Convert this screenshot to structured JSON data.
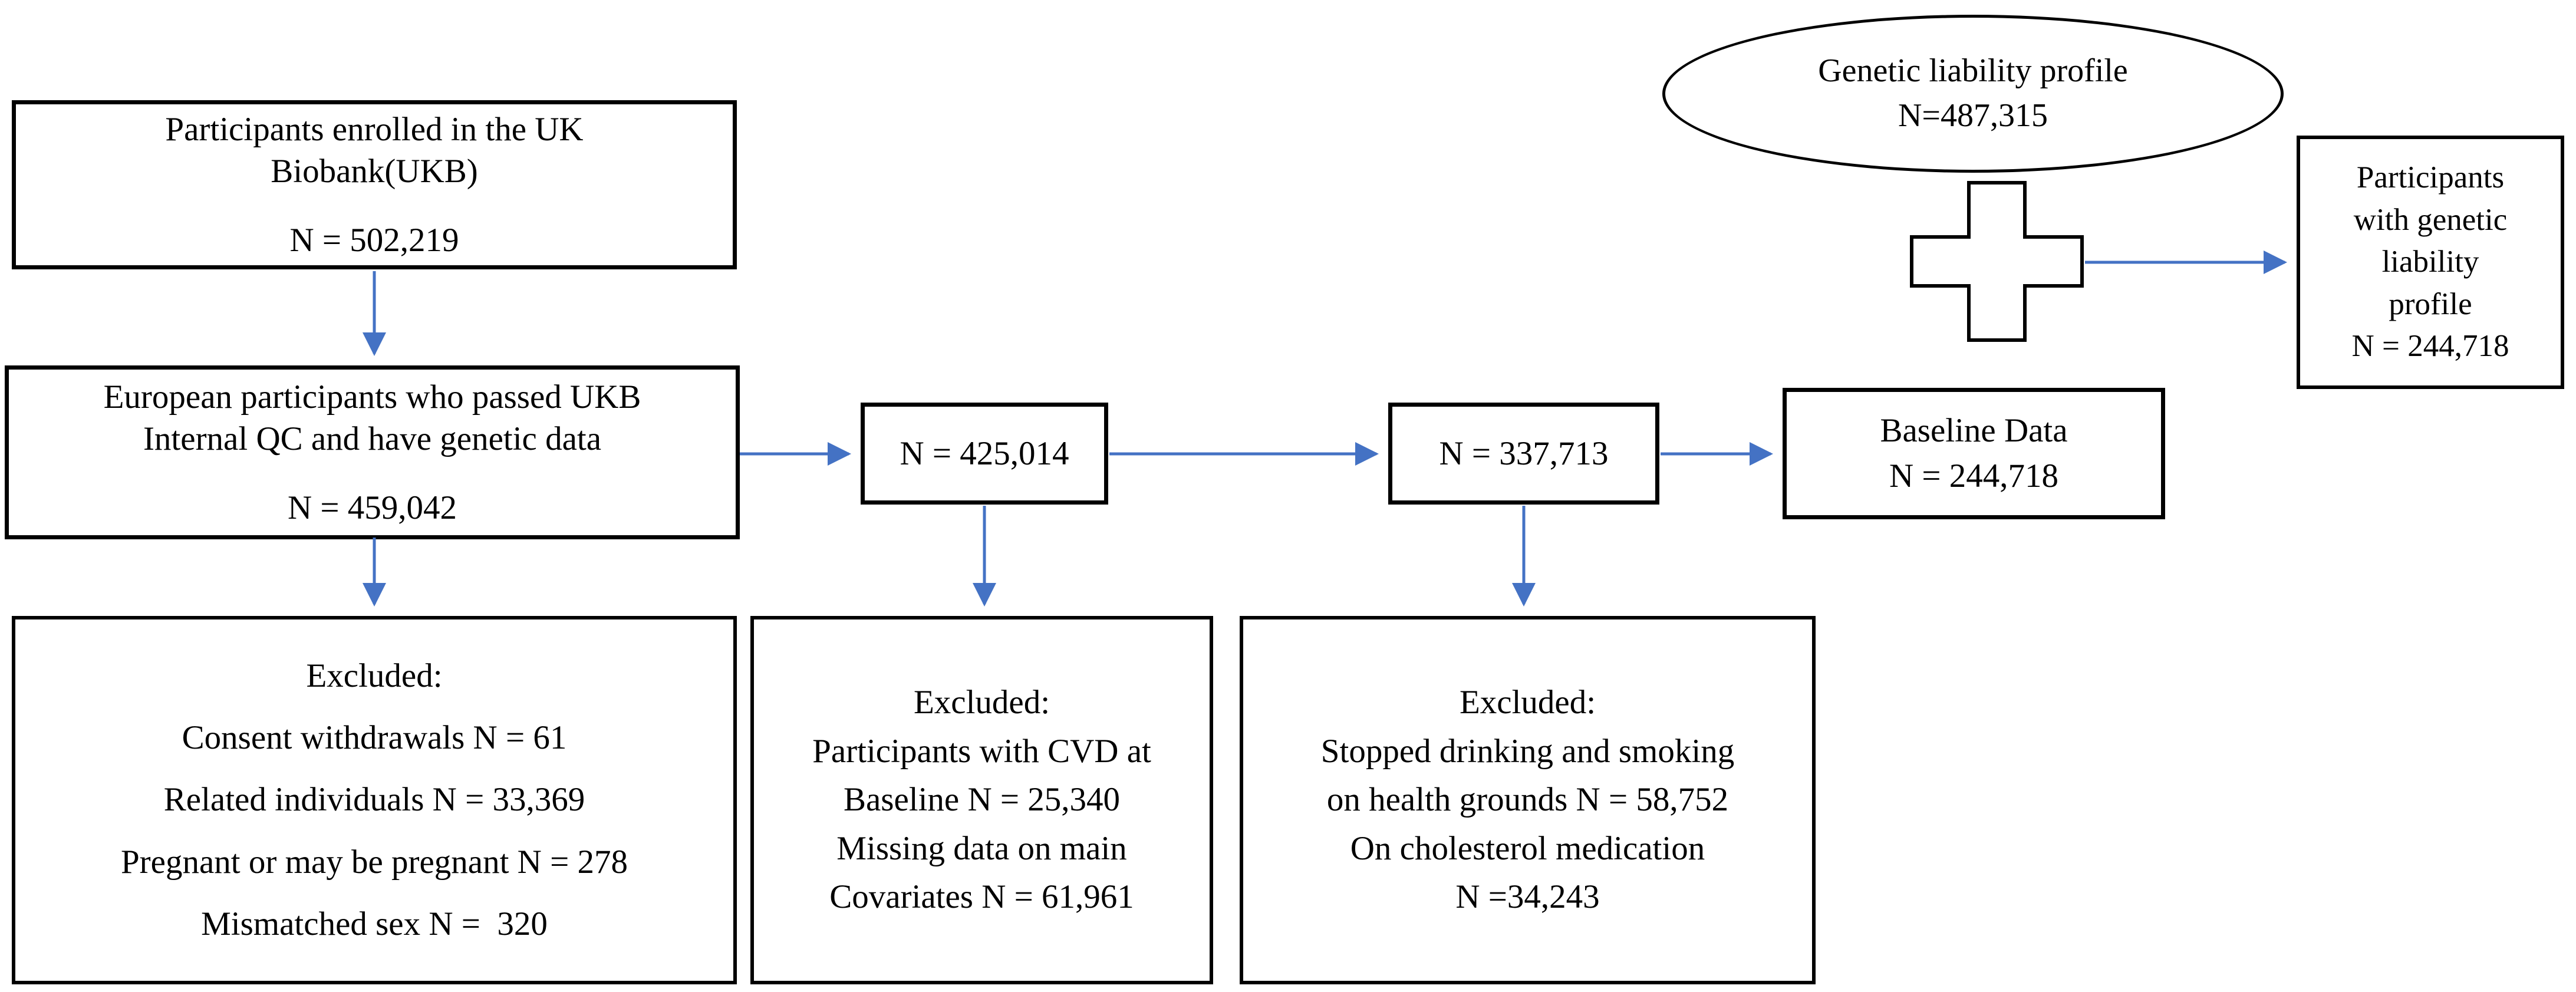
{
  "colors": {
    "arrow": "#4472C4",
    "box_border": "#000000",
    "background": "#FFFFFF",
    "text": "#000000"
  },
  "boxes": {
    "ukb": {
      "lines": [
        "Participants enrolled in the UK",
        "Biobank(UKB)"
      ],
      "n": "N = 502,219"
    },
    "european": {
      "lines": [
        "European participants who passed UKB",
        "Internal QC and have genetic data"
      ],
      "n": "N = 459,042"
    },
    "excluded_qc": {
      "title": "Excluded:",
      "items": [
        "Consent withdrawals N = 61",
        "Related individuals N = 33,369",
        "Pregnant or may be pregnant N = 278",
        "Mismatched sex N =  320"
      ]
    },
    "n425": {
      "n": "N = 425,014"
    },
    "excluded_cvd": {
      "title": "Excluded:",
      "lines": [
        "Participants with CVD at",
        "Baseline N = 25,340",
        "Missing data on main",
        "Covariates N = 61,961"
      ]
    },
    "n337": {
      "n": "N = 337,713"
    },
    "excluded_lifestyle": {
      "title": "Excluded:",
      "lines": [
        "Stopped drinking and smoking",
        "on health grounds N = 58,752",
        "On cholesterol medication",
        "N =34,243"
      ]
    },
    "baseline": {
      "lines": [
        "Baseline Data",
        "N = 244,718"
      ]
    },
    "genetic_profile_ellipse": {
      "lines": [
        "Genetic liability profile",
        "N=487,315"
      ]
    },
    "genetic_participants": {
      "lines": [
        "Participants",
        "with genetic",
        "liability",
        "profile",
        "N = 244,718"
      ]
    }
  }
}
